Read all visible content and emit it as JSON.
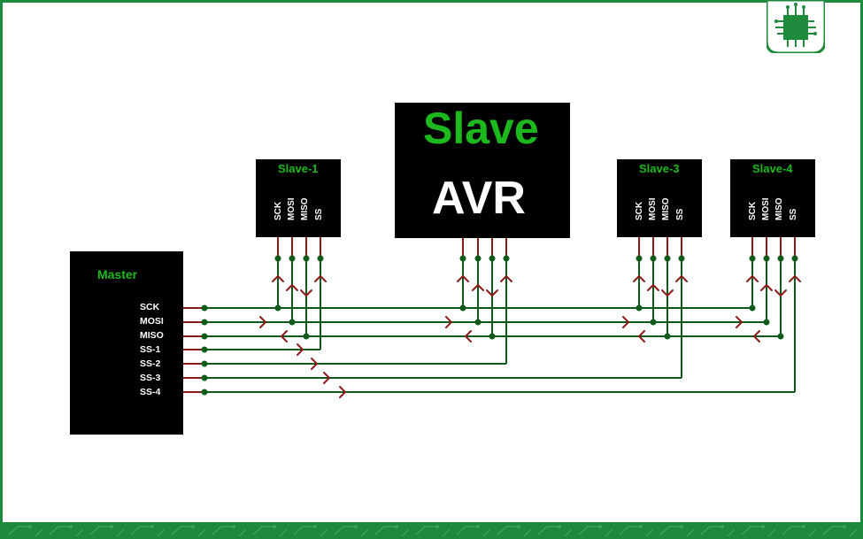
{
  "master": {
    "title": "Master",
    "pins": [
      "SCK",
      "MOSI",
      "MISO",
      "SS-1",
      "SS-2",
      "SS-3",
      "SS-4"
    ]
  },
  "slave1": {
    "title": "Slave-1",
    "pins": [
      "SCK",
      "MOSI",
      "MISO",
      "SS"
    ]
  },
  "avr": {
    "title": "Slave",
    "subtitle": "AVR"
  },
  "slave3": {
    "title": "Slave-3",
    "pins": [
      "SCK",
      "MOSI",
      "MISO",
      "SS"
    ]
  },
  "slave4": {
    "title": "Slave-4",
    "pins": [
      "SCK",
      "MOSI",
      "MISO",
      "SS"
    ]
  },
  "colors": {
    "wire_green": "#0e5a1a",
    "wire_red": "#8b1a1a",
    "brand_green": "#1e8a3c",
    "title_green": "#1db81d",
    "chip": "#000000"
  },
  "icons": {
    "logo": "microchip-icon"
  }
}
